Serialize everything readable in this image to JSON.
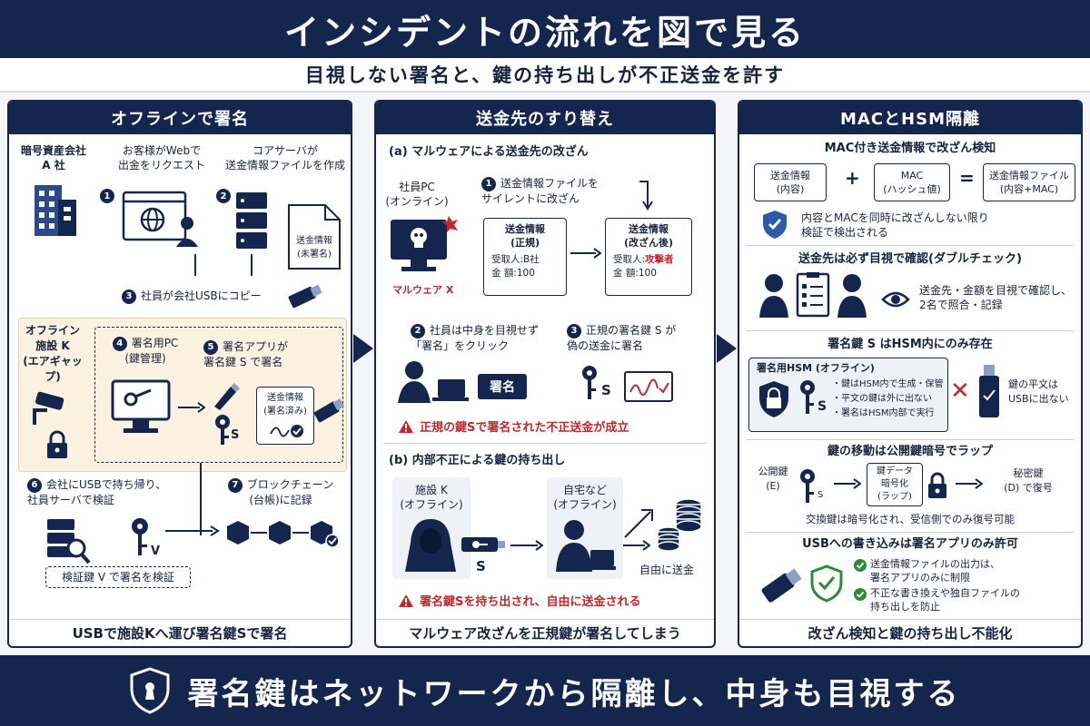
{
  "title": "インシデントの流れを図で見る",
  "subtitle": "目視しない署名と、鍵の持ち出しが不正送金を許す",
  "left": {
    "header": "オフラインで署名",
    "company": "暗号資産会社\nA 社",
    "step1": "お客様がWebで\n出金をリクエスト",
    "step2": "コアサーバが\n送金情報ファイルを作成",
    "file_unsigned": "送金情報\n(未署名)",
    "step3": "社員が会社USBにコピー",
    "facility": "オフライン\n施設 K\n(エアギャップ)",
    "step4": "署名用PC\n(鍵管理)",
    "step5": "署名アプリが\n署名鍵 S で署名",
    "key_s": "S",
    "file_signed": "送金情報\n(署名済み)",
    "step6": "会社にUSBで持ち帰り、\n社員サーバで検証",
    "step7": "ブロックチェーン\n(台帳)に記録",
    "key_v": "V",
    "verify_note": "検証鍵 V で署名を検証",
    "footer": "USBで施設Kへ運び署名鍵Sで署名",
    "n1": "1",
    "n2": "2",
    "n3": "3",
    "n4": "4",
    "n5": "5",
    "n6": "6",
    "n7": "7"
  },
  "mid": {
    "header": "送金先のすり替え",
    "a_title": "(a) マルウェアによる送金先の改ざん",
    "pc_label": "社員PC\n(オンライン)",
    "malware": "マルウェア X",
    "a1": "送金情報ファイルを\nサイレントに改ざん",
    "info_orig_title": "送金情報\n(正規)",
    "info_orig_payee": "受取人:B社",
    "info_orig_amount": "金 額:100",
    "info_mod_title": "送金情報\n(改ざん後)",
    "info_mod_payee_label": "受取人:",
    "info_mod_payee": "攻撃者",
    "info_mod_amount": "金 額:100",
    "a2": "社員は中身を目視せず\n「署名」をクリック",
    "sign_button": "署名",
    "a3": "正規の署名鍵 S が\n偽の送金に署名",
    "key_s": "S",
    "warn_a": "正規の鍵Sで署名された不正送金が成立",
    "b_title": "(b) 内部不正による鍵の持ち出し",
    "facility_k": "施設 K\n(オフライン)",
    "home": "自宅など\n(オフライン)",
    "key_s2": "S",
    "free_send": "自由に送金",
    "warn_b": "署名鍵Sを持ち出され、自由に送金される",
    "footer": "マルウェア改ざんを正規鍵が署名してしまう",
    "n1": "1",
    "n2": "2",
    "n3": "3"
  },
  "right": {
    "header": "MACとHSM隔離",
    "s1_title": "MAC付き送金情報で改ざん検知",
    "box_info": "送金情報\n(内容)",
    "plus": "+",
    "box_mac": "MAC\n(ハッシュ値)",
    "equals": "=",
    "box_file": "送金情報ファイル\n(内容+MAC)",
    "s1_note": "内容とMACを同時に改ざんしない限り\n検証で検出される",
    "s2_title": "送金先は必ず目視で確認(ダブルチェック)",
    "s2_note": "送金先・金額を目視で確認し、\n2名で照合・記録",
    "s3_title": "署名鍵 S はHSM内にのみ存在",
    "hsm_label": "署名用HSM (オフライン)",
    "hsm_items": [
      "・鍵はHSM内で生成・保管",
      "・平文の鍵は外に出ない",
      "・署名はHSM内部で実行"
    ],
    "s3_note": "鍵の平文は\nUSBに出ない",
    "key_s": "S",
    "s4_title": "鍵の移動は公開鍵暗号でラップ",
    "pubkey": "公開鍵\n(E)",
    "keydata": "鍵データ\n暗号化\n(ラップ)",
    "privkey": "秘密鍵\n(D) で復号",
    "s4_note": "交換鍵は暗号化され、受信側でのみ復号可能",
    "s5_title": "USBへの書き込みは署名アプリのみ許可",
    "s5_items": [
      "送金情報ファイルの出力は、\n署名アプリのみに制限",
      "不正な書き換えや独自ファイルの\n持ち出しを防止"
    ],
    "footer": "改ざん検知と鍵の持ち出し不能化"
  },
  "bottom": "署名鍵はネットワークから隔離し、中身も目視する",
  "colors": {
    "navy": "#14264d",
    "red": "#c0282d",
    "green": "#2e8b3a",
    "cream": "#fbf1e1",
    "blue": "#2a5aa8"
  }
}
